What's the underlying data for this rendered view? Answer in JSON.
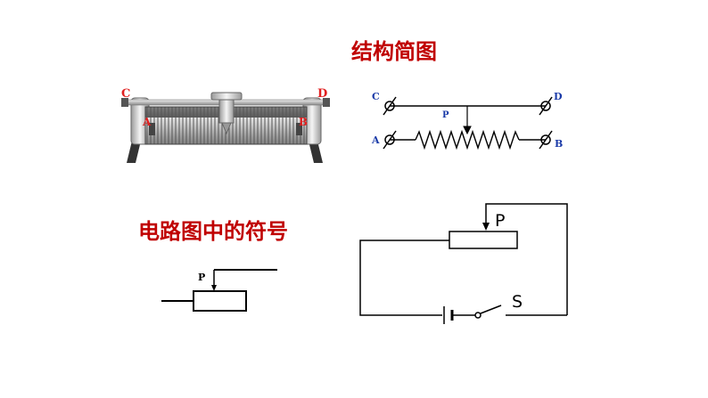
{
  "titles": {
    "structure": "结构简图",
    "symbol": "电路图中的符号"
  },
  "photo_labels": {
    "c": "C",
    "d": "D",
    "a": "A",
    "b": "B"
  },
  "schematic_labels": {
    "c": "C",
    "d": "D",
    "a": "A",
    "b": "B",
    "p": "P"
  },
  "symbol_labels": {
    "p": "P"
  },
  "circuit_labels": {
    "p": "P",
    "s": "S"
  },
  "colors": {
    "title": "#c00000",
    "photo_label": "#e02020",
    "schematic_cd": "#1a3aa8",
    "schematic_b": "#1a3aa8",
    "schematic_ap": "#1a3aa8"
  }
}
